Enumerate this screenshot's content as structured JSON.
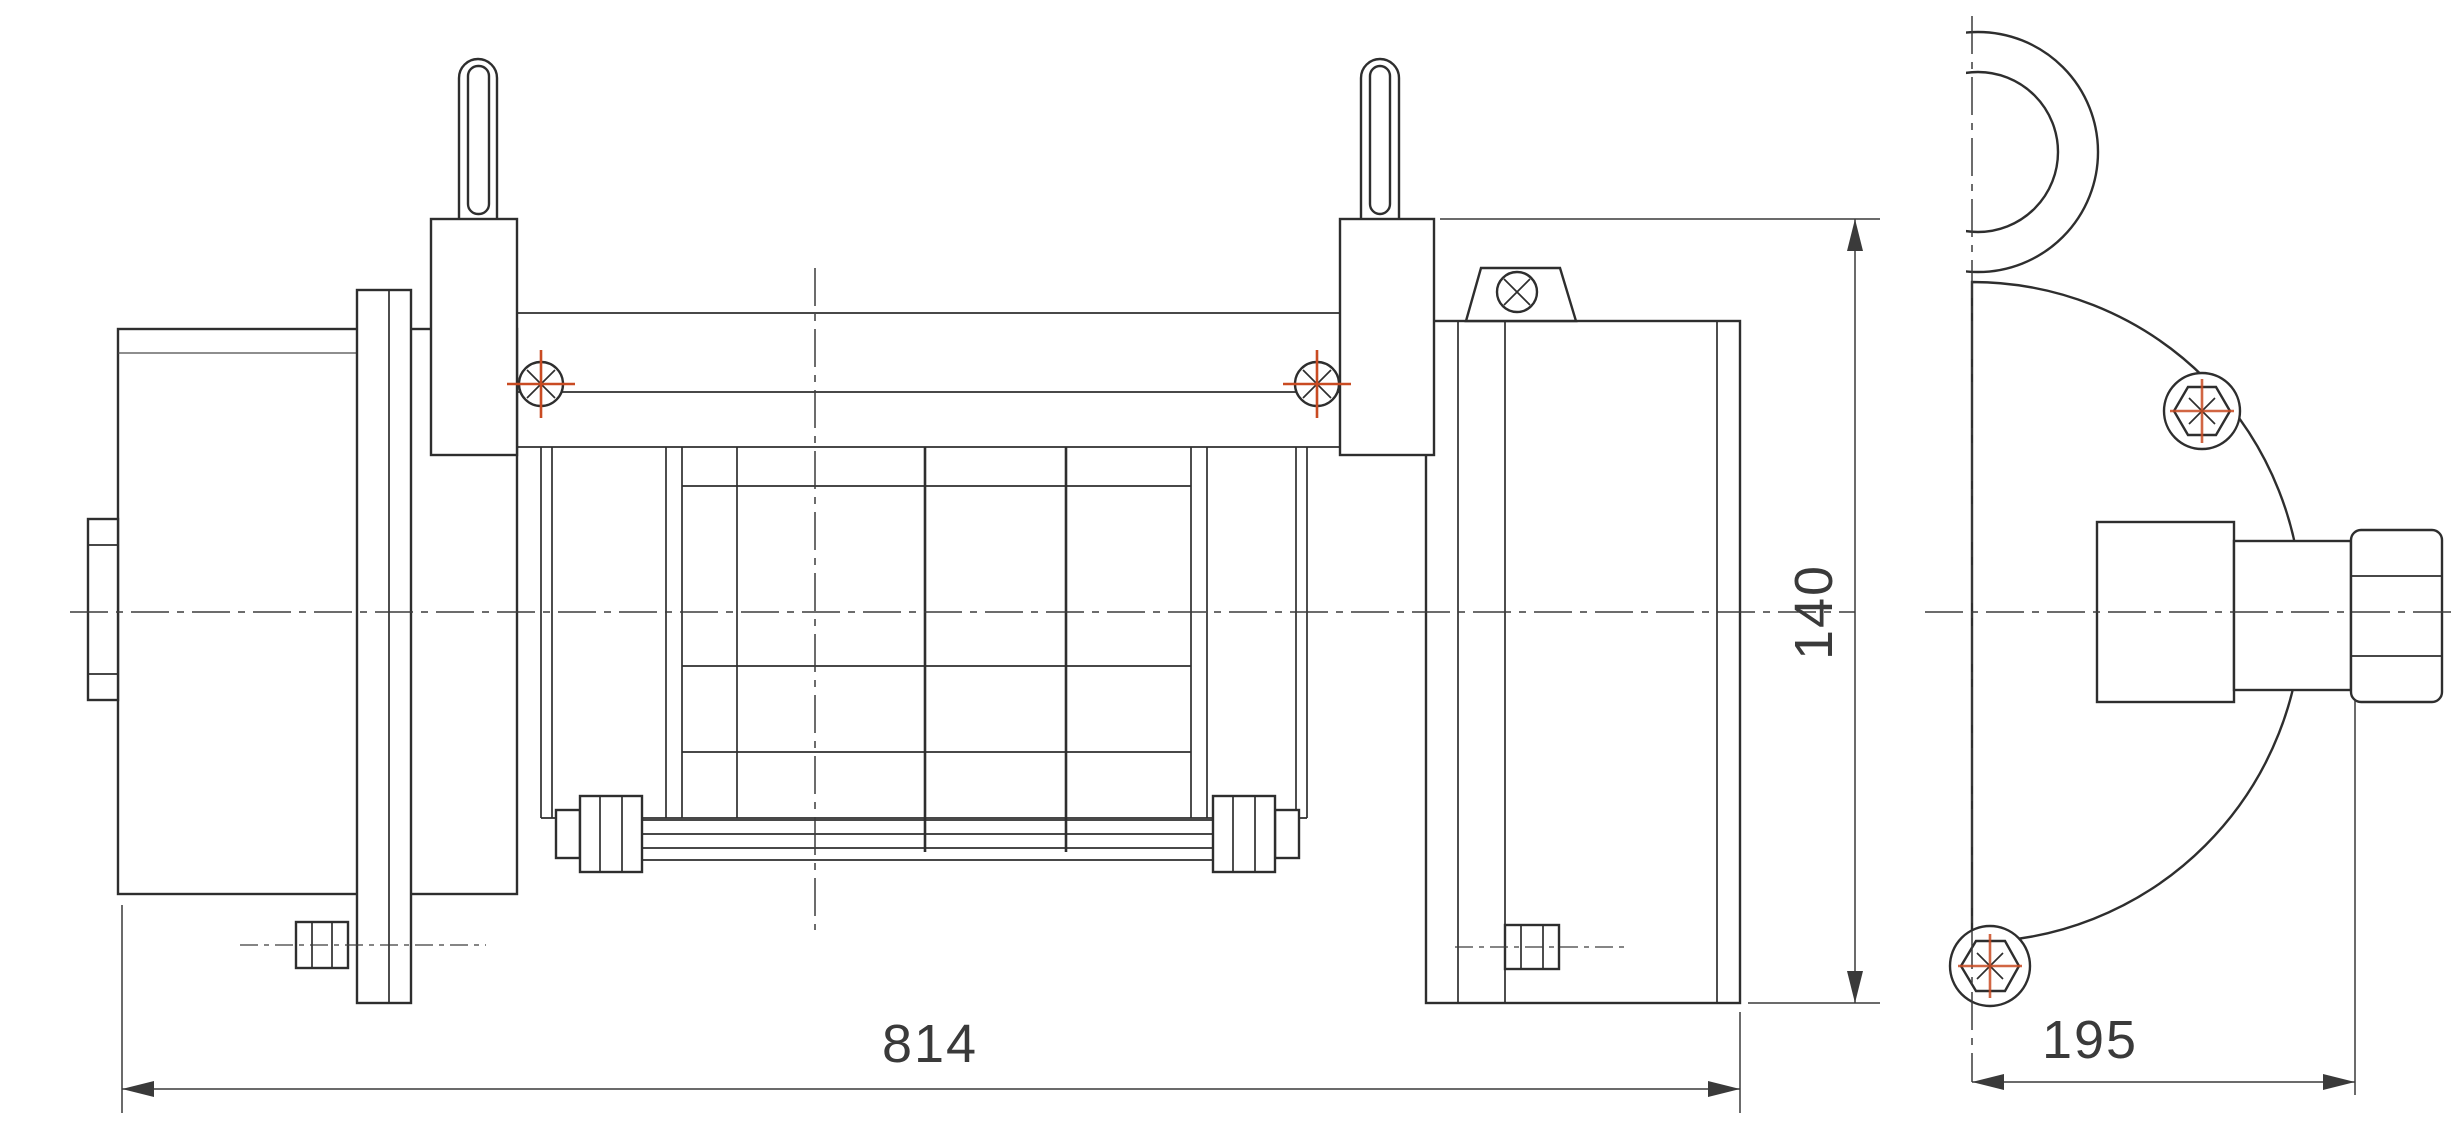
{
  "drawing": {
    "dims": {
      "overall_length": "814",
      "height": "140",
      "end_width": "195"
    },
    "colors": {
      "line": "#2e2e2e",
      "dimension_text": "#3a3a3a",
      "accent_marker": "#c94b22",
      "background": "#ffffff"
    }
  }
}
